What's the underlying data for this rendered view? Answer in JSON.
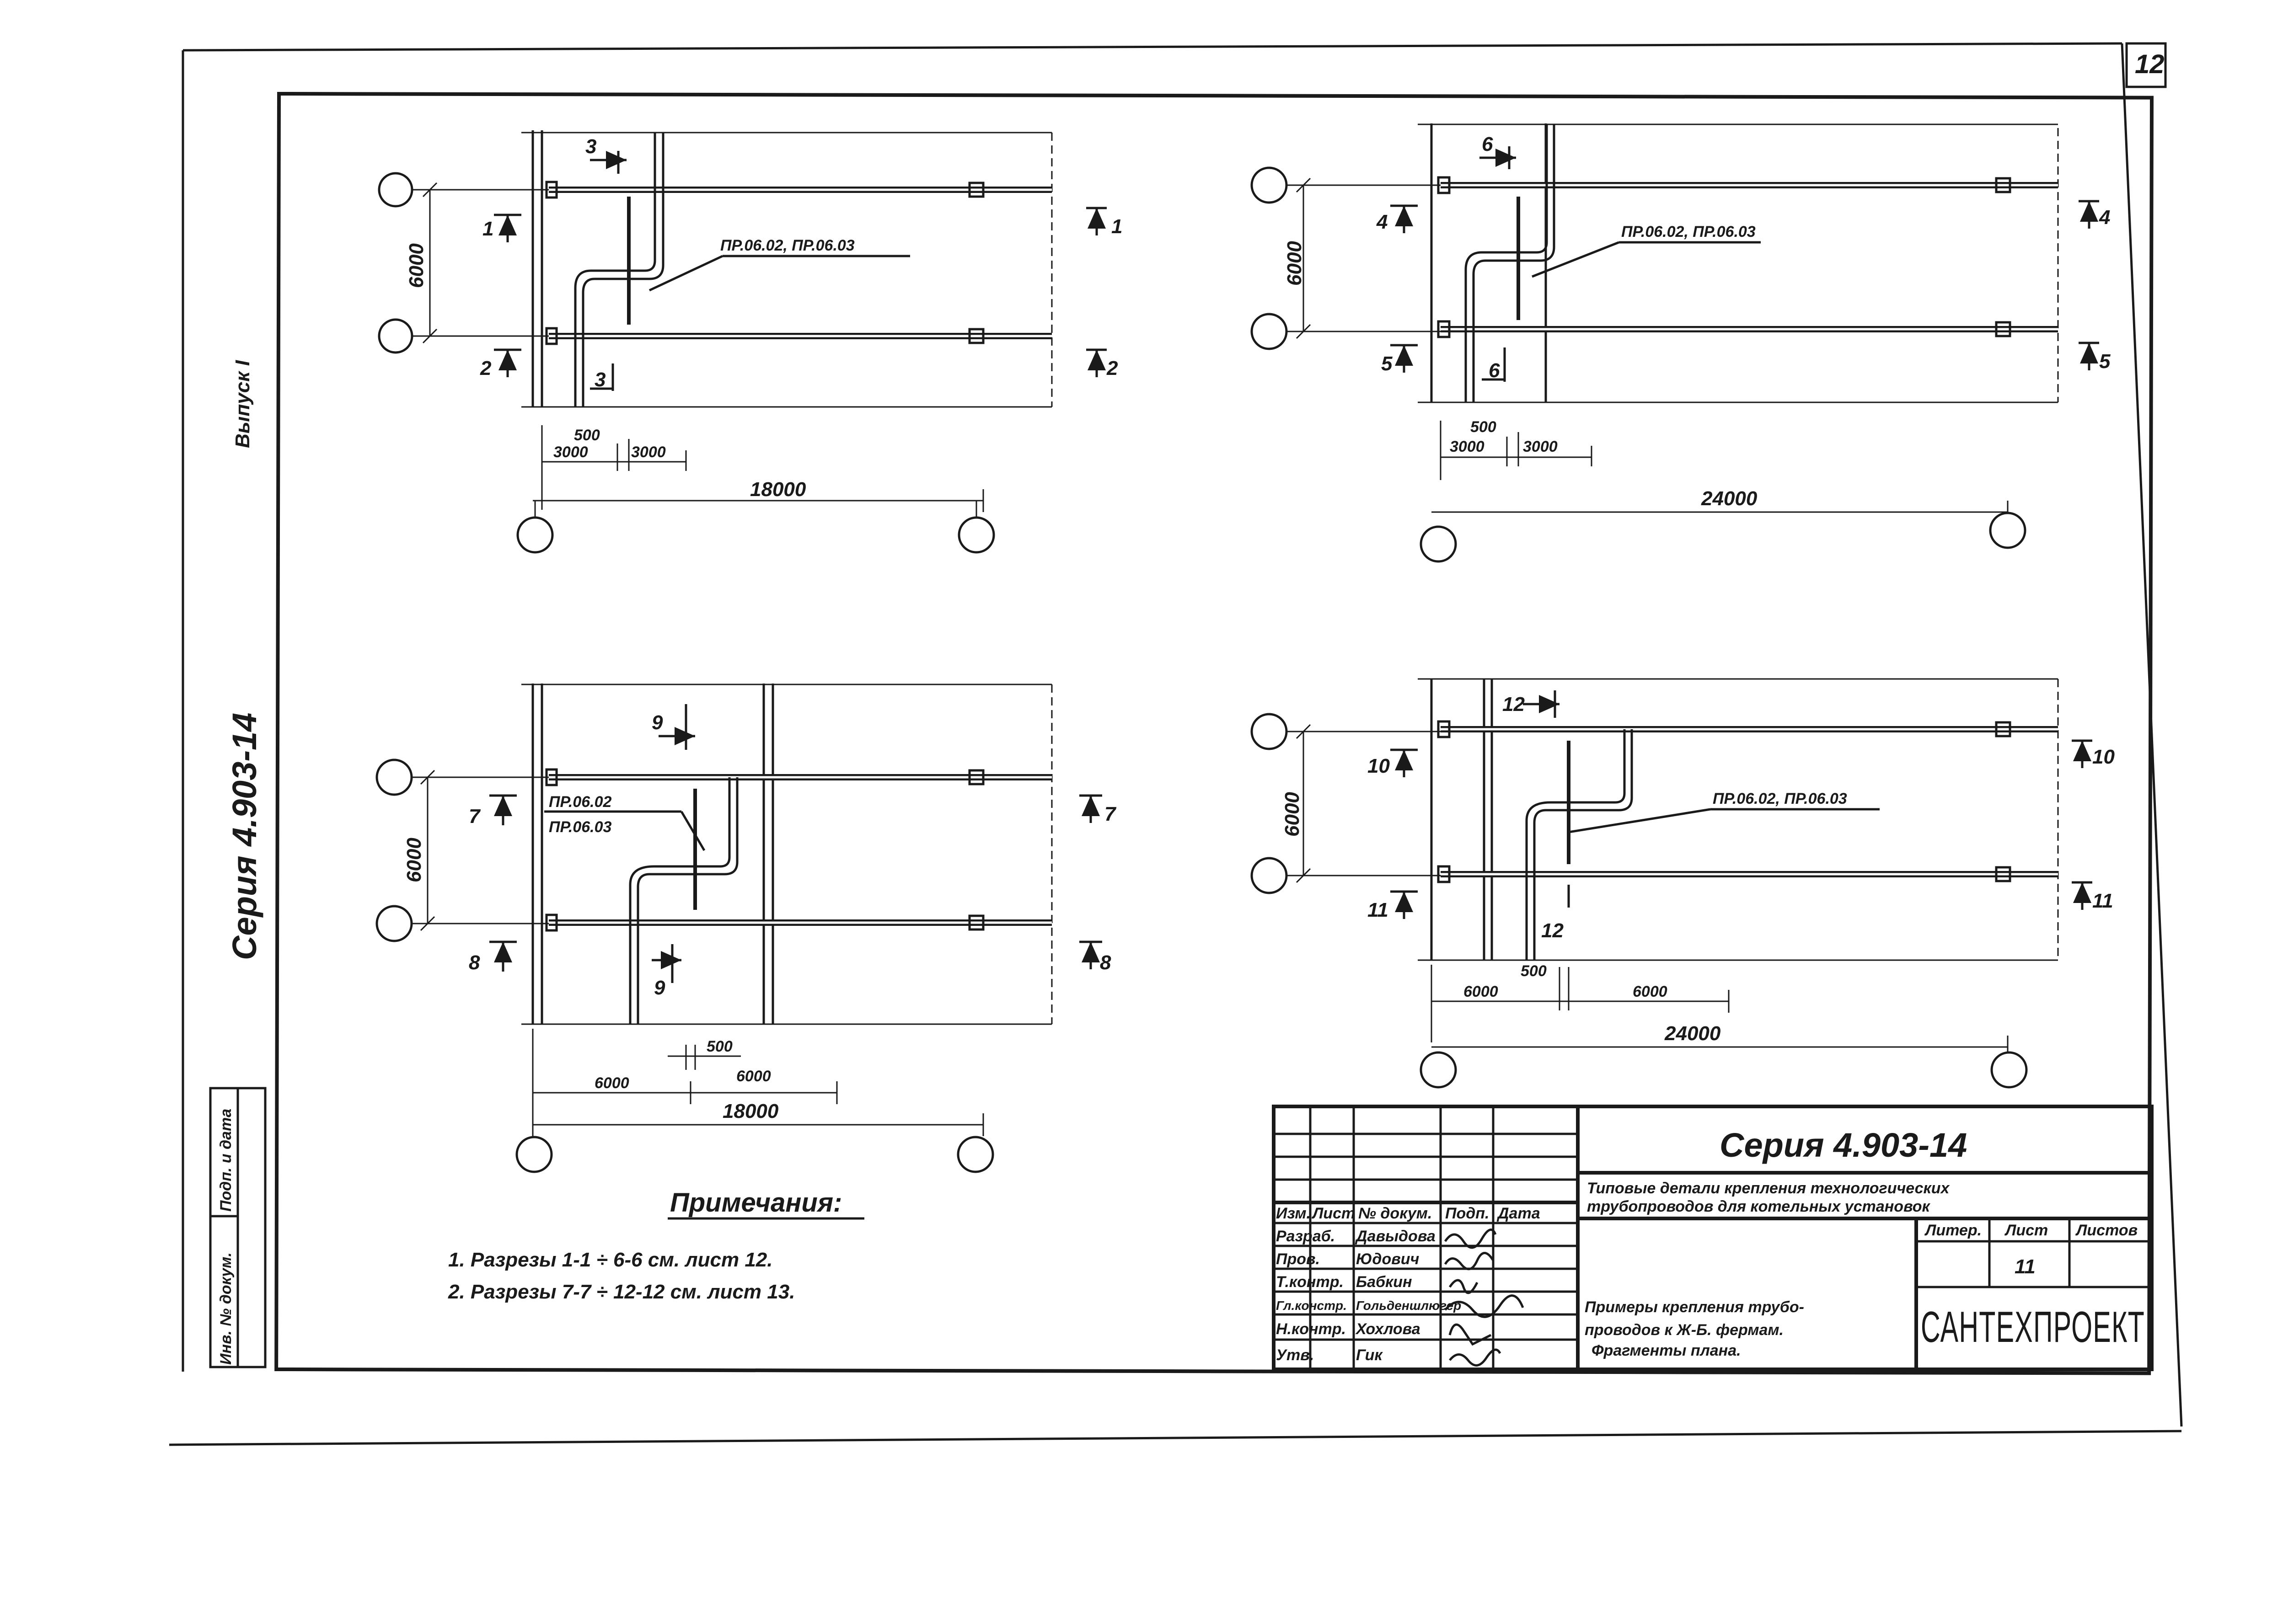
{
  "sheet_number": "12",
  "side_labels": {
    "series": "Серия 4.903-14",
    "issue": "Выпуск I",
    "stamp_col": "Инв. № докум.",
    "stamp_sign": "Подп. и дата"
  },
  "plans": [
    {
      "id": "plan-1",
      "section_a": "1",
      "section_b": "2",
      "cut_top": "3",
      "cut_bottom": "3",
      "spacing": "6000",
      "callout": "ПР.06.02, ПР.06.03",
      "dim_small": "500",
      "dim_a": "3000",
      "dim_b": "3000",
      "span": "18000"
    },
    {
      "id": "plan-2",
      "section_a": "4",
      "section_b": "5",
      "cut_top": "6",
      "cut_bottom": "6",
      "spacing": "6000",
      "callout": "ПР.06.02, ПР.06.03",
      "dim_small": "500",
      "dim_a": "3000",
      "dim_b": "3000",
      "span": "24000"
    },
    {
      "id": "plan-3",
      "section_a": "7",
      "section_b": "8",
      "cut_top": "9",
      "cut_bottom": "9",
      "spacing": "6000",
      "callout_line1": "ПР.06.02",
      "callout_line2": "ПР.06.03",
      "dim_small": "500",
      "dim_a": "6000",
      "dim_b": "6000",
      "span": "18000"
    },
    {
      "id": "plan-4",
      "section_a": "10",
      "section_b": "11",
      "cut_top": "12",
      "cut_bottom": "12",
      "spacing": "6000",
      "callout": "ПР.06.02, ПР.06.03",
      "dim_small": "500",
      "dim_a": "6000",
      "dim_b": "6000",
      "span": "24000"
    }
  ],
  "notes": {
    "title": "Примечания:",
    "line1": "1. Разрезы   1-1 ÷ 6-6  см. лист 12.",
    "line2": "2. Разрезы   7-7 ÷ 12-12  см. лист 13."
  },
  "title_block": {
    "series": "Серия 4.903-14",
    "doc_title_1": "Типовые детали крепления технологических",
    "doc_title_2": "трубопроводов для котельных установок",
    "header": {
      "izm": "Изм.",
      "list": "Лист",
      "doc": "№ докум.",
      "podp": "Подп.",
      "data": "Дата"
    },
    "roles": [
      {
        "role": "Разраб.",
        "name": "Давыдова"
      },
      {
        "role": "Пров.",
        "name": "Юдович"
      },
      {
        "role": "Т.контр.",
        "name": "Бабкин"
      },
      {
        "role": "Гл.констр.",
        "name": "Гольденшлюгер"
      },
      {
        "role": "Н.контр.",
        "name": "Хохлова"
      },
      {
        "role": "Утв.",
        "name": "Гик"
      }
    ],
    "stage_label": "Литер.",
    "sheet_label": "Лист",
    "sheets_label": "Листов",
    "sheet_value": "11",
    "sheet_title_1": "Примеры крепления трубо-",
    "sheet_title_2": "проводов к Ж-Б. фермам.",
    "sheet_title_3": "Фрагменты плана.",
    "organization": "САНТЕХПРОЕКТ"
  }
}
